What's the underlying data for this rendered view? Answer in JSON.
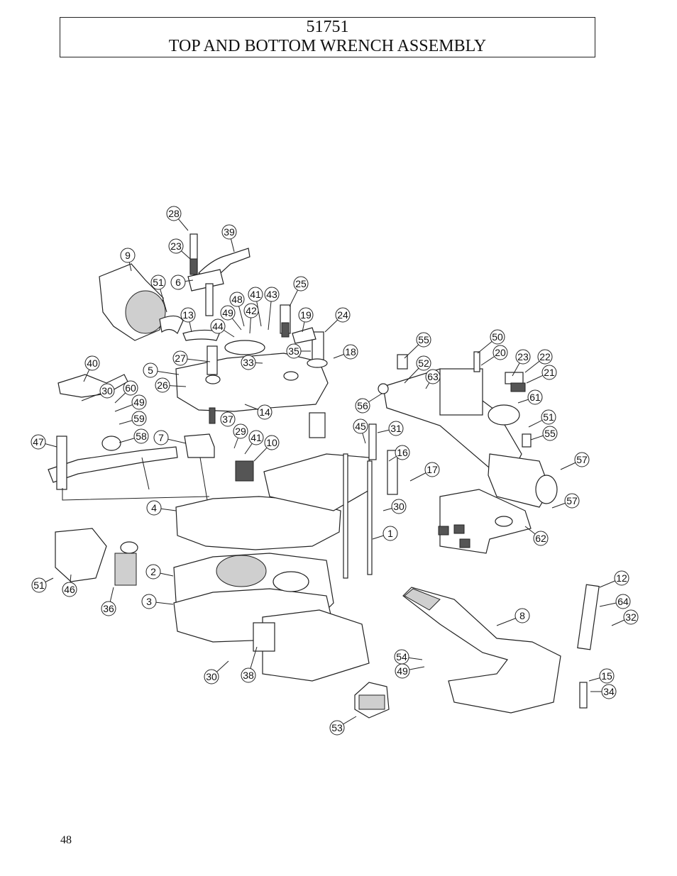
{
  "header": {
    "part_number": "51751",
    "title": "TOP AND BOTTOM WRENCH ASSEMBLY"
  },
  "footer": {
    "page_number": "48"
  },
  "callouts": [
    {
      "label": "28"
    },
    {
      "label": "39"
    },
    {
      "label": "9"
    },
    {
      "label": "23"
    },
    {
      "label": "51"
    },
    {
      "label": "6"
    },
    {
      "label": "25"
    },
    {
      "label": "48"
    },
    {
      "label": "41"
    },
    {
      "label": "43"
    },
    {
      "label": "49"
    },
    {
      "label": "42"
    },
    {
      "label": "19"
    },
    {
      "label": "24"
    },
    {
      "label": "13"
    },
    {
      "label": "44"
    },
    {
      "label": "35"
    },
    {
      "label": "18"
    },
    {
      "label": "27"
    },
    {
      "label": "33"
    },
    {
      "label": "40"
    },
    {
      "label": "5"
    },
    {
      "label": "26"
    },
    {
      "label": "30"
    },
    {
      "label": "60"
    },
    {
      "label": "49"
    },
    {
      "label": "14"
    },
    {
      "label": "37"
    },
    {
      "label": "59"
    },
    {
      "label": "47"
    },
    {
      "label": "58"
    },
    {
      "label": "7"
    },
    {
      "label": "29"
    },
    {
      "label": "41"
    },
    {
      "label": "10"
    },
    {
      "label": "45"
    },
    {
      "label": "31"
    },
    {
      "label": "16"
    },
    {
      "label": "17"
    },
    {
      "label": "4"
    },
    {
      "label": "30"
    },
    {
      "label": "1"
    },
    {
      "label": "51"
    },
    {
      "label": "46"
    },
    {
      "label": "2"
    },
    {
      "label": "3"
    },
    {
      "label": "36"
    },
    {
      "label": "30"
    },
    {
      "label": "38"
    },
    {
      "label": "55"
    },
    {
      "label": "50"
    },
    {
      "label": "20"
    },
    {
      "label": "23"
    },
    {
      "label": "22"
    },
    {
      "label": "52"
    },
    {
      "label": "63"
    },
    {
      "label": "21"
    },
    {
      "label": "56"
    },
    {
      "label": "61"
    },
    {
      "label": "51"
    },
    {
      "label": "55"
    },
    {
      "label": "57"
    },
    {
      "label": "57"
    },
    {
      "label": "62"
    },
    {
      "label": "12"
    },
    {
      "label": "64"
    },
    {
      "label": "32"
    },
    {
      "label": "8"
    },
    {
      "label": "54"
    },
    {
      "label": "49"
    },
    {
      "label": "15"
    },
    {
      "label": "34"
    },
    {
      "label": "53"
    }
  ]
}
